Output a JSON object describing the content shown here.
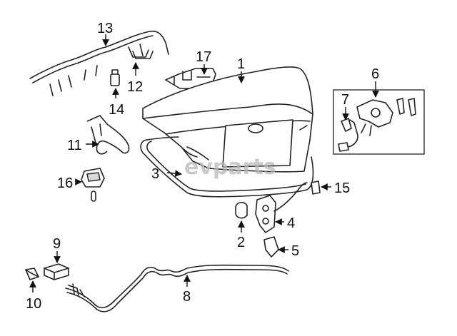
{
  "callouts": {
    "n1": "1",
    "n2": "2",
    "n3": "3",
    "n4": "4",
    "n5": "5",
    "n6": "6",
    "n7": "7",
    "n8": "8",
    "n9": "9",
    "n10": "10",
    "n11": "11",
    "n12": "12",
    "n13": "13",
    "n14": "14",
    "n15": "15",
    "n16": "16",
    "n17": "17"
  },
  "watermark": "evparts",
  "colors": {
    "line": "#222222",
    "background": "#ffffff",
    "watermark": "#b8b8b8"
  }
}
